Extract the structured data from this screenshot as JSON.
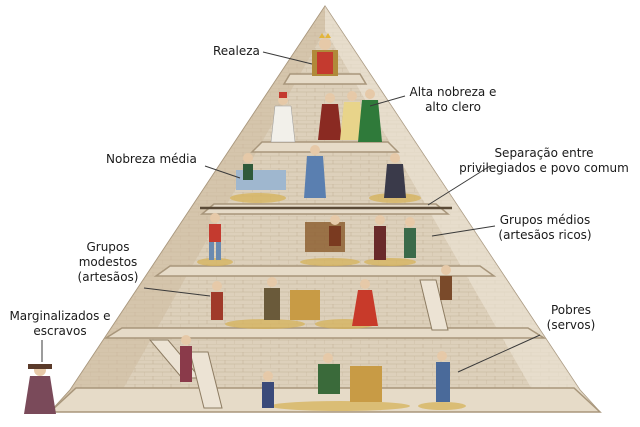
{
  "labels": {
    "realeza": "Realeza",
    "alta_nobreza_1": "Alta nobreza e",
    "alta_nobreza_2": "alto clero",
    "nobreza_media": "Nobreza média",
    "separacao_1": "Separação entre",
    "separacao_2": "privilegiados e povo comum",
    "grupos_medios_1": "Grupos médios",
    "grupos_medios_2": "(artesãos ricos)",
    "grupos_modestos_1": "Grupos",
    "grupos_modestos_2": "modestos",
    "grupos_modestos_3": "(artesãos)",
    "marginalizados_1": "Marginalizados e",
    "marginalizados_2": "escravos",
    "pobres_1": "Pobres",
    "pobres_2": "(servos)"
  },
  "colors": {
    "stone": "#d9cbb6",
    "stone_dark": "#b8a78e",
    "stone_light": "#e9dfcf",
    "leader_line": "#3a3a3a",
    "label_text": "#1a1a1a"
  },
  "figure_icons": [
    "king-figure-icon",
    "noble-figure-icon",
    "clergy-figure-icon",
    "middle-noble-figure-icon",
    "artisan-figure-icon",
    "peasant-figure-icon",
    "beggar-figure-icon"
  ]
}
